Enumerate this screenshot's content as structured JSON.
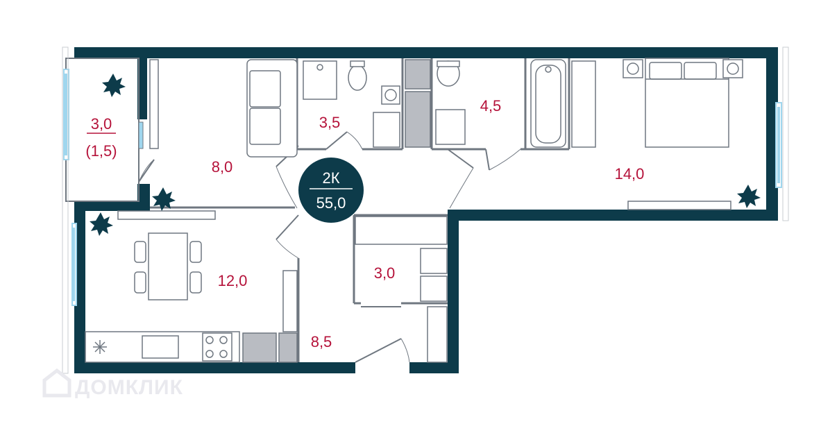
{
  "badge": {
    "type": "2К",
    "total_area": "55,0"
  },
  "rooms": {
    "balcony": {
      "area": "3,0",
      "reduced_area": "(1,5)"
    },
    "living": {
      "area": "8,0"
    },
    "bathroom": {
      "area": "3,5"
    },
    "toilet": {
      "area": "4,5"
    },
    "bedroom": {
      "area": "14,0"
    },
    "kitchen": {
      "area": "12,0"
    },
    "storage": {
      "area": "3,0"
    },
    "hall": {
      "area": "8,5"
    }
  },
  "watermark": {
    "text": "ДОМКЛИК",
    "icon": "house-logo-icon"
  },
  "colors": {
    "wall": "#0d3b4a",
    "label": "#b5123a",
    "window": "#9fd6ee",
    "furniture_line": "#6f7780",
    "shaft": "#b9bcc2",
    "plant": "#0d3b4a",
    "watermark": "#e9e9ee"
  }
}
